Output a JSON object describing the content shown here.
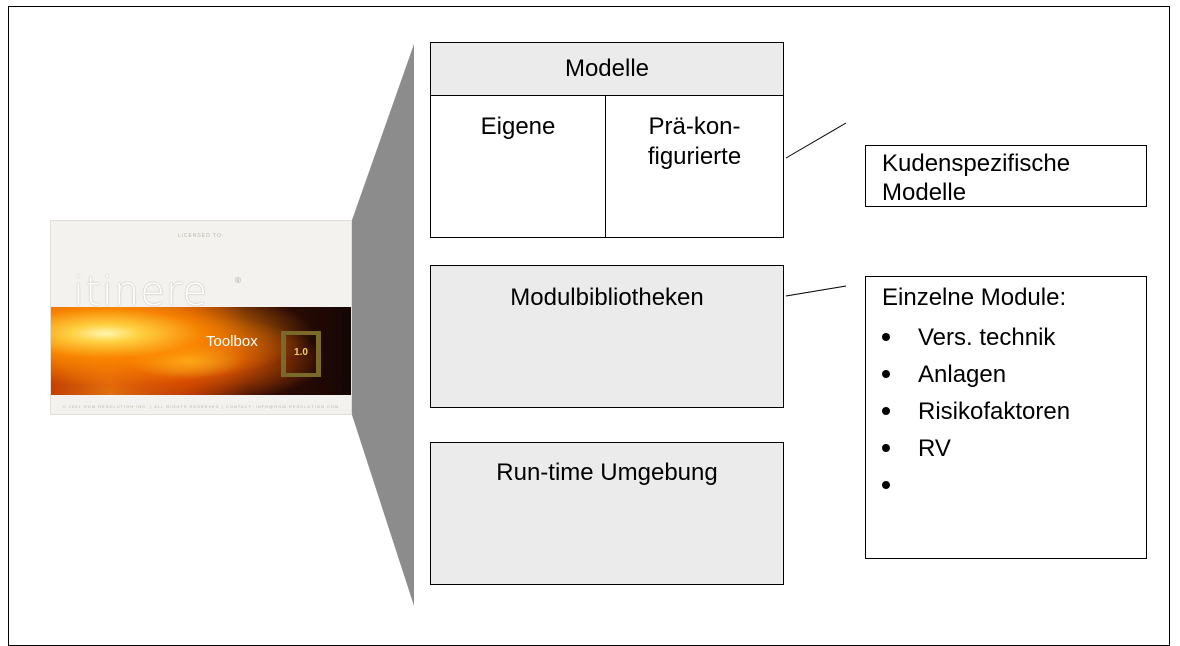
{
  "splash": {
    "licensed_to": "LICENSED TO:",
    "brand": "itinere",
    "reg": "®",
    "product": "Toolbox",
    "version": "1.0",
    "footer": "© 2001 RGM RESOLUTION INC.  |  ALL RIGHTS RESERVED  |  CONTACT: INFO@RGM-RESOLUTION.COM"
  },
  "modelle": {
    "title": "Modelle",
    "eigene": "Eigene",
    "prae_line1": "Prä-kon-",
    "prae_line2": "figurierte"
  },
  "modulbibliotheken": "Modulbibliotheken",
  "runtime": "Run-time Umgebung",
  "kundenspezifisch": {
    "line1": "Kudenspezifische",
    "line2": "Modelle"
  },
  "einzelne_module": {
    "title": "Einzelne Module:",
    "items": [
      "Vers. technik",
      "Anlagen",
      "Risikofaktoren",
      "RV",
      ""
    ]
  },
  "colors": {
    "box_fill_gray": "#ebebeb",
    "trapezoid": "#8c8c8c"
  }
}
